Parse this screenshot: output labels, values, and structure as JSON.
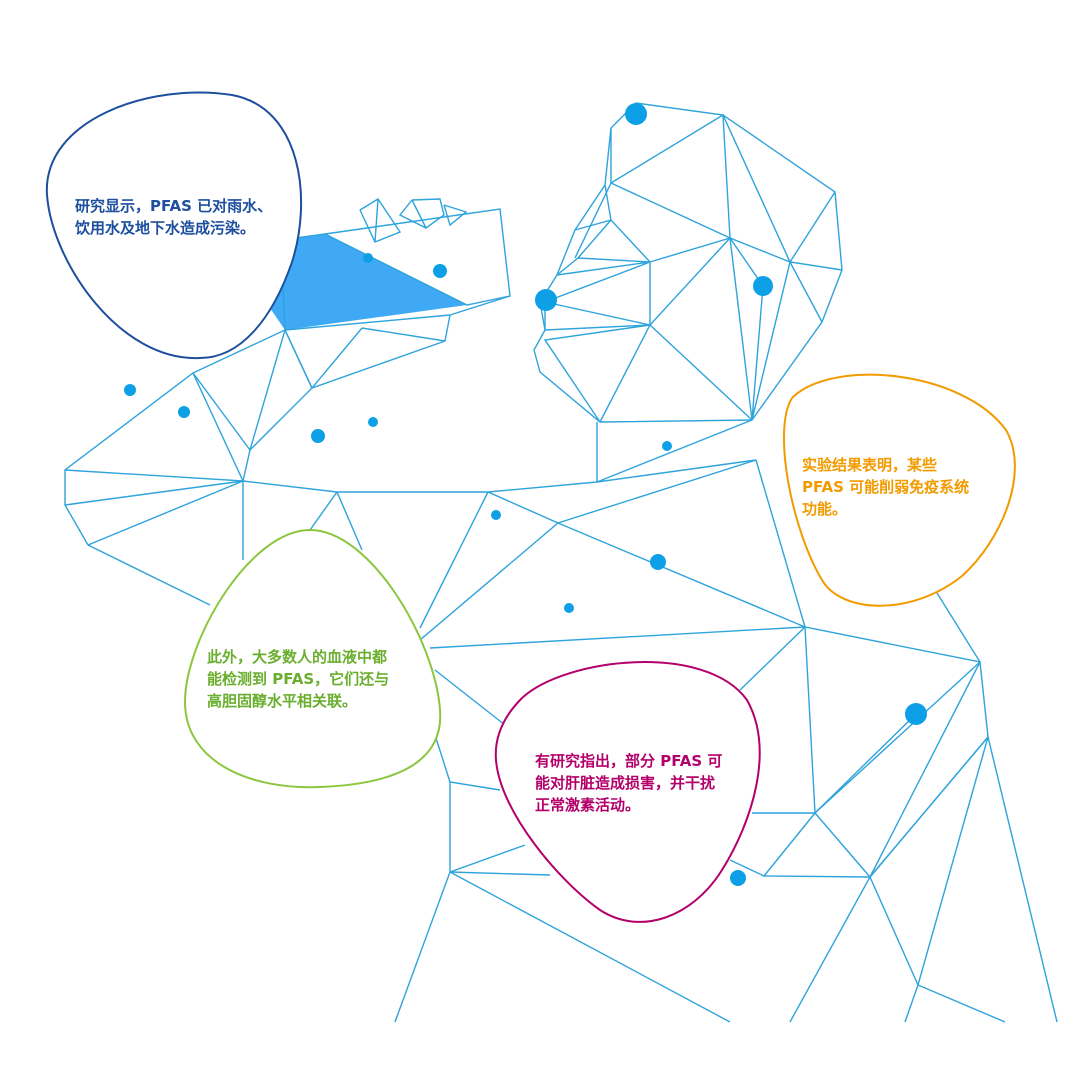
{
  "colors": {
    "mesh": "#2ea3dc",
    "dots": "#0ea0e6",
    "fill": "#3fa9f5",
    "blue": "#1d4f9e",
    "green": "#8cc63f",
    "green_text": "#6aae2e",
    "magenta": "#b3006a",
    "orange": "#f29b00"
  },
  "bubbles": [
    {
      "id": "water",
      "lines": [
        "研究显示，PFAS 已对雨水、",
        "饮用水及地下水造成污染。"
      ]
    },
    {
      "id": "blood",
      "lines": [
        "此外，大多数人的血液中都",
        "能检测到 PFAS，它们还与",
        "高胆固醇水平相关联。"
      ]
    },
    {
      "id": "liver",
      "lines": [
        "有研究指出，部分 PFAS 可",
        "能对肝脏造成损害，并干扰",
        "正常激素活动。"
      ]
    },
    {
      "id": "immune",
      "lines": [
        "实验结果表明，某些",
        "PFAS 可能削弱免疫系统",
        "功能。"
      ]
    }
  ]
}
